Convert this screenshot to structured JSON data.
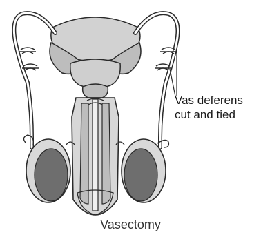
{
  "annotation": {
    "line1": "Vas deferens",
    "line2": "cut and tied"
  },
  "caption": "Vasectomy",
  "colors": {
    "outline": "#2a2a2a",
    "tissue_light": "#d2d2d2",
    "tissue_mid": "#bdbdbd",
    "testis_dark": "#6e6e6e"
  }
}
